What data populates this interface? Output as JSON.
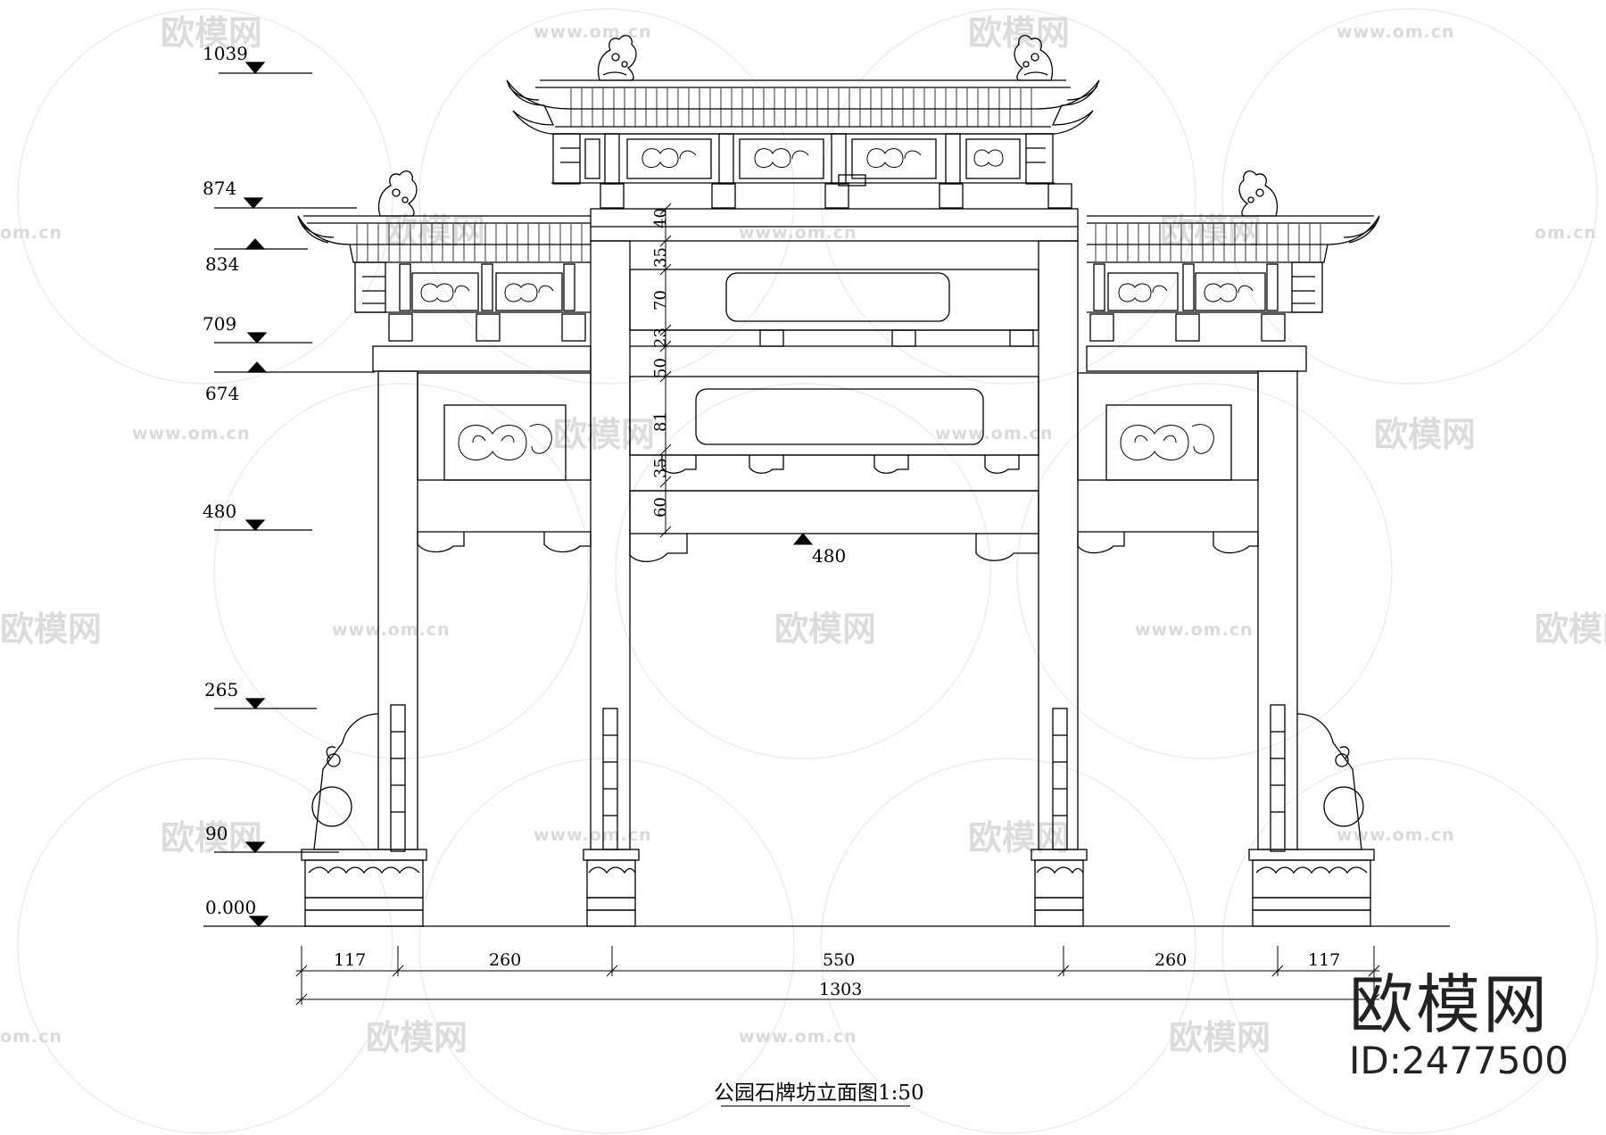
{
  "drawing": {
    "title": "公园石牌坊立面图1:50",
    "elevation_levels": [
      {
        "label": "1039",
        "marker": "down"
      },
      {
        "label": "874",
        "marker": "down"
      },
      {
        "label": "834",
        "marker": "up"
      },
      {
        "label": "709",
        "marker": "down"
      },
      {
        "label": "674",
        "marker": "up"
      },
      {
        "label": "480",
        "marker": "down"
      },
      {
        "label": "265",
        "marker": "down"
      },
      {
        "label": "90",
        "marker": "down"
      },
      {
        "label": "0.000",
        "marker": "down"
      }
    ],
    "center_level_label": "480",
    "vertical_dimensions": [
      "40",
      "35",
      "70",
      "23",
      "50",
      "81",
      "35",
      "60"
    ],
    "horizontal_dimensions": [
      "117",
      "260",
      "550",
      "260",
      "117"
    ],
    "overall_width": "1303",
    "icons": [
      "dragon-ridge-ornament-icon",
      "cloud-scroll-carving-icon",
      "drum-stone-icon",
      "lotus-base-icon"
    ]
  },
  "watermark": {
    "logo_text": "欧模网",
    "url_text": "www.om.cn",
    "url_fragment": "om.cn"
  },
  "brand": {
    "logo": "欧模网",
    "id": "ID:2477500"
  }
}
